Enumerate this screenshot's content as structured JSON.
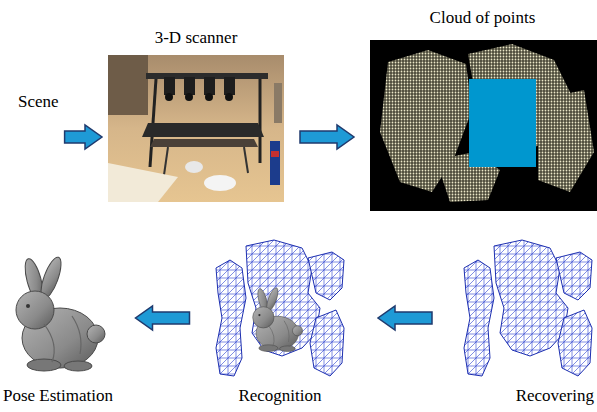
{
  "diagram": {
    "nodes": [
      {
        "text": [
          "Scene"
        ]
      },
      {
        "text": [
          "3-D scanner"
        ]
      },
      {
        "text": [
          "Cloud of points"
        ]
      },
      {
        "text": [
          "Recovering"
        ]
      },
      {
        "text": [
          "Recognition"
        ]
      },
      {
        "text": [
          "Pose Estimation"
        ]
      }
    ],
    "edges": [
      {
        "from": 0,
        "to": 1,
        "arrow": "to"
      },
      {
        "from": 1,
        "to": 2,
        "arrow": "to"
      },
      {
        "from": 3,
        "to": 4,
        "arrow": "to"
      },
      {
        "from": 4,
        "to": 5,
        "arrow": "to"
      }
    ]
  }
}
